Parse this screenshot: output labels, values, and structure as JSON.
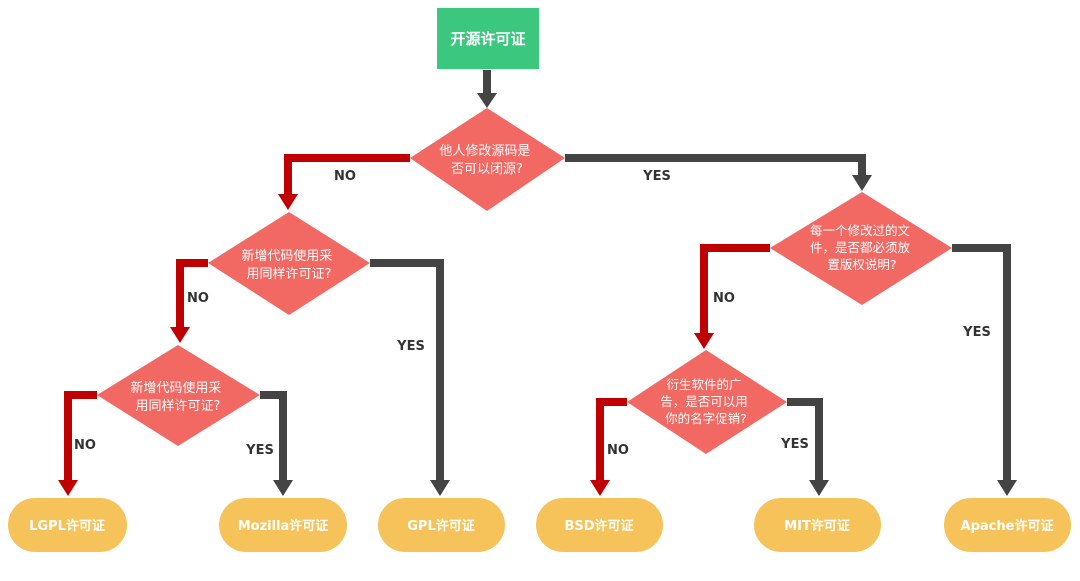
{
  "colors": {
    "start_fill": "#3cc77f",
    "decision_fill": "#f26862",
    "result_fill": "#f6c35a",
    "no_line": "#c00000",
    "yes_line": "#444444",
    "text_light": "#ffffff",
    "label_dark": "#333333"
  },
  "start": {
    "label": "开源许可证"
  },
  "decisions": {
    "d1": {
      "lines": [
        "他人修改源码是",
        "否可以闭源?"
      ]
    },
    "d2": {
      "lines": [
        "新增代码使用采",
        "用同样许可证?"
      ]
    },
    "d3": {
      "lines": [
        "新增代码使用采",
        "用同样许可证?"
      ]
    },
    "d4": {
      "lines": [
        "每一个修改过的文",
        "件，是否都必须放",
        "置版权说明?"
      ]
    },
    "d5": {
      "lines": [
        "衍生软件的广",
        "告，是否可以用",
        "你的名字促销?"
      ]
    }
  },
  "results": {
    "lgpl": "LGPL许可证",
    "mozilla": "Mozilla许可证",
    "gpl": "GPL许可证",
    "bsd": "BSD许可证",
    "mit": "MIT许可证",
    "apache": "Apache许可证"
  },
  "edge_labels": {
    "no": "NO",
    "yes": "YES"
  }
}
